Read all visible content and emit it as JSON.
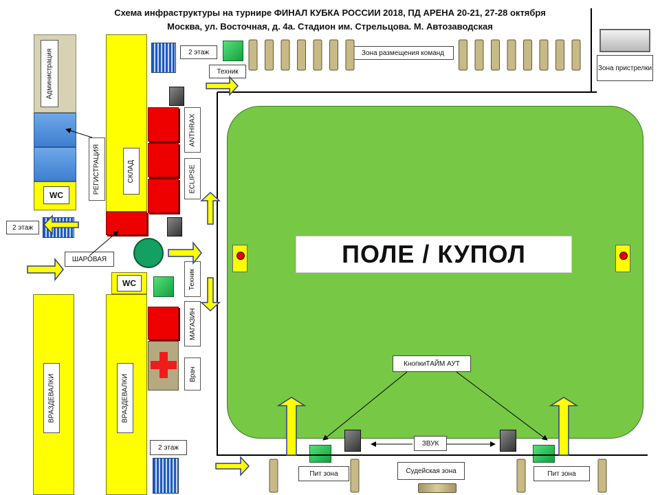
{
  "title_line1": "Схема инфраструктуры на турнире ФИНАЛ КУБКА РОССИИ 2018, ПД АРЕНА 20-21, 27-28 октября",
  "title_line2": "Москва, ул. Восточная, д. 4а. Стадион им. Стрельцова. М. Автозаводская",
  "labels": {
    "administration": "Администрация",
    "registration": "РЕГИСТРАЦИЯ",
    "warehouse": "СКЛАД",
    "wc": "WC",
    "floor2": "2 этаж",
    "balloon": "ШАРОВАЯ",
    "locker_rooms": "ВРАЗДЕВАЛКИ",
    "anthrax": "ANTHRAX",
    "eclipse": "ECLIPSE",
    "technician": "Техник",
    "shop": "МАГАЗИН",
    "doctor": "Врач",
    "teams_zone": "Зона размещения команд",
    "shooting_zone": "Зона пристрелки",
    "field": "ПОЛЕ / КУПОЛ",
    "timeout_buttons": "КнопкиТАЙМ АУТ",
    "sound": "ЗВУК",
    "pit_zone": "Пит зона",
    "judges_zone": "Судейская зона"
  },
  "icons": [
    "stairs-icon",
    "arrow-icon",
    "green-button-icon",
    "speaker-icon",
    "first-aid-cross-icon",
    "target-light-icon",
    "entrance-circle-icon"
  ],
  "colors": {
    "building": "#ffff00",
    "field": "#77c844",
    "stall": "#ee0000",
    "registration": "#4f8fdc",
    "first_aid": "#ef1c1c"
  }
}
